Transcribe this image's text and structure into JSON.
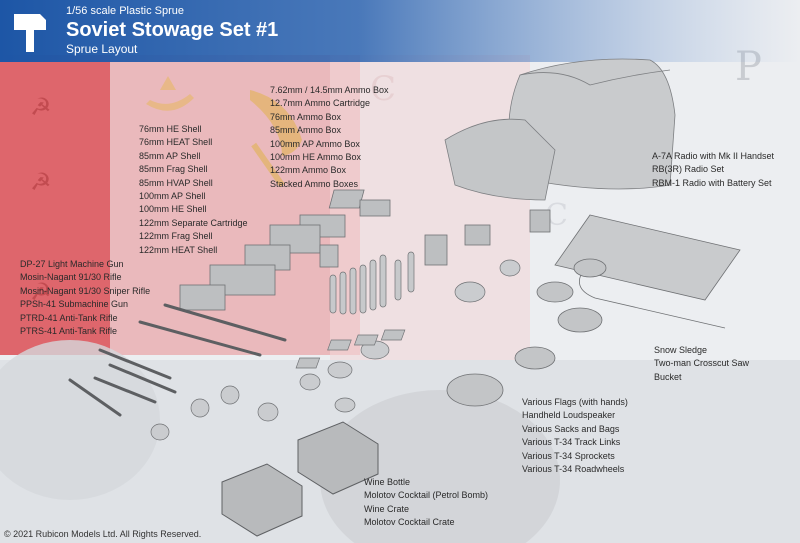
{
  "header": {
    "scale": "1/56 scale Plastic Sprue",
    "title": "Soviet Stowage Set #1",
    "subtitle": "Sprue Layout"
  },
  "labels": {
    "ammo_boxes": [
      "7.62mm / 14.5mm Ammo Box",
      "12.7mm Ammo Cartridge",
      "76mm Ammo Box",
      "85mm Ammo Box",
      "100mm AP Ammo Box",
      "100mm HE Ammo Box",
      "122mm Ammo Box",
      "Stacked Ammo Boxes"
    ],
    "shells": [
      "76mm HE Shell",
      "76mm HEAT Shell",
      "85mm AP Shell",
      "85mm Frag Shell",
      "85mm HVAP Shell",
      "100mm AP Shell",
      "100mm HE Shell",
      "122mm Separate Cartridge",
      "122mm Frag Shell",
      "122mm HEAT Shell"
    ],
    "weapons": [
      "DP-27 Light Machine Gun",
      "Mosin-Nagant 91/30 Rifle",
      "Mosin-Nagant 91/30 Sniper Rifle",
      "PPSh-41 Submachine Gun",
      "PTRD-41 Anti-Tank Rifle",
      "PTRS-41 Anti-Tank Rifle"
    ],
    "radios": [
      "A-7A Radio with Mk II Handset",
      "RB(3R) Radio Set",
      "RBM-1 Radio with Battery Set"
    ],
    "sledge": [
      "Snow Sledge",
      "Two-man Crosscut Saw",
      "Bucket"
    ],
    "flags": [
      "Various Flags (with hands)",
      "Handheld Loudspeaker",
      "Various Sacks and Bags",
      "Various T-34 Track Links",
      "Various T-34 Sprockets",
      "Various T-34 Roadwheels"
    ],
    "wine": [
      "Wine Bottle",
      "Molotov Cocktail (Petrol Bomb)",
      "Wine Crate",
      "Molotov Cocktail Crate"
    ]
  },
  "copyright": "© 2021 Rubicon Models Ltd.  All Rights Reserved.",
  "colors": {
    "header_blue": "#1d56a6",
    "flag_red": "#d9434a",
    "text": "#2a2a2a"
  }
}
